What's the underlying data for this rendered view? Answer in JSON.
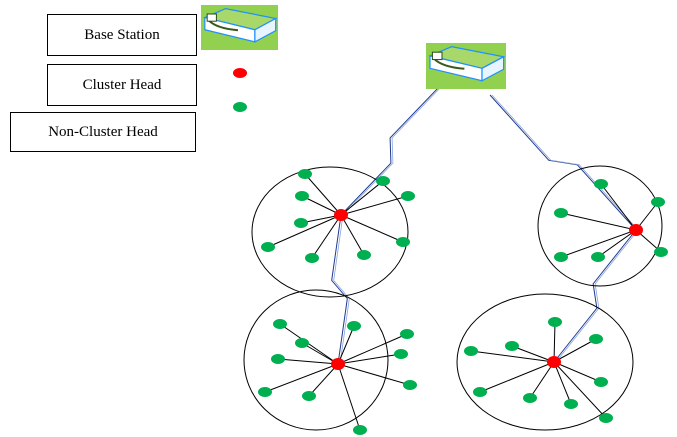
{
  "legend": {
    "base_station_label": "Base Station",
    "cluster_head_label": "Cluster Head",
    "non_cluster_head_label": "Non-Cluster Head"
  },
  "colors": {
    "cluster_head": "#ff0000",
    "non_cluster_head": "#00b050",
    "link": "#000000",
    "uplink": "#1f3a93",
    "base_station_top": "#92d050",
    "base_station_edge": "#1e90ff"
  },
  "icons": {
    "base_station": "base-station-icon"
  }
}
